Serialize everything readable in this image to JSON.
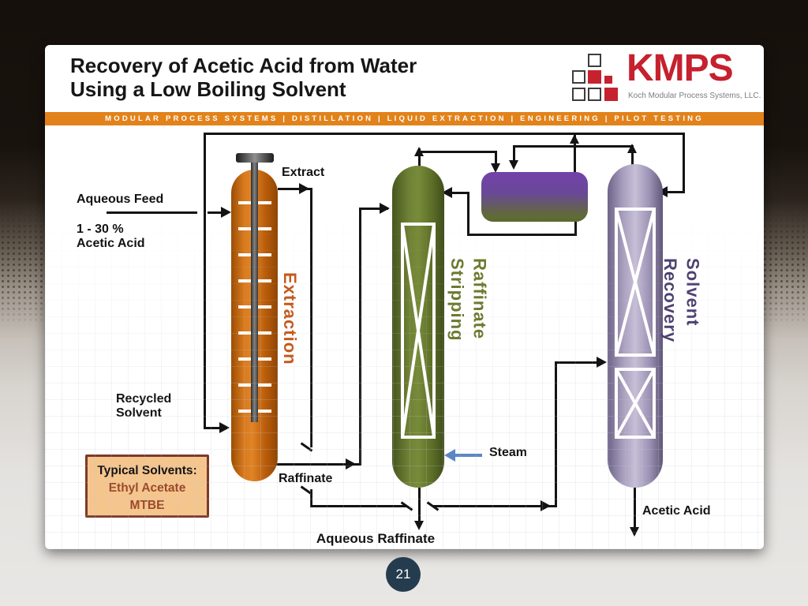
{
  "slide": {
    "title_line1": "Recovery of Acetic Acid from Water",
    "title_line2": "Using a Low Boiling Solvent",
    "banner_text": "MODULAR PROCESS SYSTEMS | DISTILLATION | LIQUID EXTRACTION | ENGINEERING | PILOT TESTING",
    "banner_color": "#E2821A",
    "page_number": "21"
  },
  "logo": {
    "acronym": "KMPS",
    "company": "Koch Modular Process Systems, LLC.",
    "brand_red": "#C5212E"
  },
  "diagram": {
    "columns": {
      "extraction": {
        "label": "Extraction",
        "label_color": "#C4591A",
        "body_color": "#CE6A0F"
      },
      "raffinate_stripping": {
        "label_line1": "Raffinate",
        "label_line2": "Stripping",
        "label_color": "#6B7A2E",
        "body_color": "#6E8132"
      },
      "solvent_recovery": {
        "label_line1": "Solvent",
        "label_line2": "Recovery",
        "label_color": "#4C4070",
        "body_color": "#ACA3C2"
      }
    },
    "decanter_colors": {
      "top": "#7242AA",
      "bottom": "#5C6930"
    },
    "streams": {
      "aqueous_feed": "Aqueous Feed",
      "feed_concentration_line1": "1 - 30 %",
      "feed_concentration_line2": "Acetic Acid",
      "extract": "Extract",
      "recycled_solvent_line1": "Recycled",
      "recycled_solvent_line2": "Solvent",
      "raffinate": "Raffinate",
      "aqueous_raffinate": "Aqueous Raffinate",
      "steam": "Steam",
      "steam_arrow_color": "#5B87C5",
      "acetic_acid_product": "Acetic Acid"
    },
    "solvents_box": {
      "title": "Typical Solvents:",
      "solvent1": "Ethyl Acetate",
      "solvent2": "MTBE"
    }
  }
}
